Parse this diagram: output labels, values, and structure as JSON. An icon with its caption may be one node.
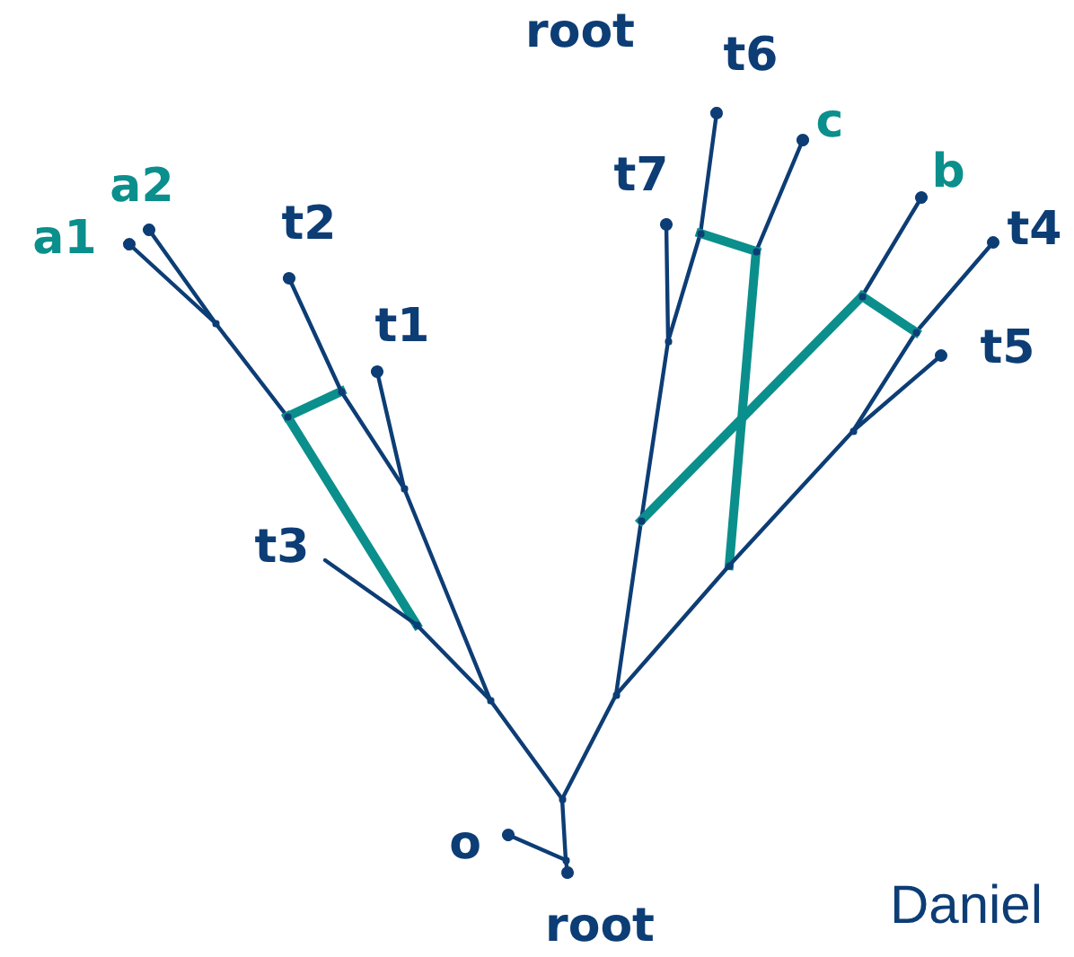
{
  "diagram": {
    "nodes": [
      {
        "text": [
          "a1"
        ]
      },
      {
        "text": [
          "a2"
        ]
      },
      {
        "text": [
          "t2"
        ]
      },
      {
        "text": [
          "t1"
        ]
      },
      {
        "text": [
          "t3"
        ]
      },
      {
        "text": [
          "t7"
        ]
      },
      {
        "text": [
          "t6"
        ]
      },
      {
        "text": [
          "c"
        ]
      },
      {
        "text": [
          "b"
        ]
      },
      {
        "text": [
          "t4"
        ]
      },
      {
        "text": [
          "t5"
        ]
      },
      {
        "text": [
          "o"
        ]
      },
      {
        "text": [
          "root"
        ]
      },
      {
        "text": [],
        "shape": "point"
      },
      {
        "text": [],
        "shape": "point"
      },
      {
        "text": [],
        "shape": "point"
      },
      {
        "text": [],
        "shape": "point"
      },
      {
        "text": [],
        "shape": "point"
      },
      {
        "text": [],
        "shape": "point"
      },
      {
        "text": [],
        "shape": "point"
      },
      {
        "text": [],
        "shape": "point"
      },
      {
        "text": [],
        "shape": "point"
      },
      {
        "text": [],
        "shape": "point"
      },
      {
        "text": [],
        "shape": "point"
      },
      {
        "text": [],
        "shape": "point"
      },
      {
        "text": [],
        "shape": "point"
      },
      {
        "text": [],
        "shape": "point"
      },
      {
        "text": [],
        "shape": "point"
      },
      {
        "text": [],
        "shape": "point"
      },
      {
        "text": [],
        "shape": "point"
      }
    ],
    "edges": [
      {
        "from": 13,
        "to": 0,
        "arrow": "other"
      },
      {
        "from": 13,
        "to": 1,
        "arrow": "other"
      },
      {
        "from": 13,
        "to": 14,
        "arrow": "none"
      },
      {
        "from": 14,
        "to": 15,
        "arrow": "none",
        "style": "thick",
        "color": "#0b8f8c"
      },
      {
        "from": 14,
        "to": 17,
        "arrow": "none",
        "style": "thick",
        "color": "#0b8f8c"
      },
      {
        "from": 15,
        "to": 2,
        "arrow": "other"
      },
      {
        "from": 15,
        "to": 16,
        "arrow": "none"
      },
      {
        "from": 16,
        "to": 3,
        "arrow": "other"
      },
      {
        "from": 16,
        "to": 18,
        "arrow": "none"
      },
      {
        "from": 4,
        "to": 17,
        "arrow": "none"
      },
      {
        "from": 17,
        "to": 18,
        "arrow": "none"
      },
      {
        "from": 18,
        "to": 19,
        "arrow": "none"
      },
      {
        "from": 19,
        "to": 20,
        "arrow": "none"
      },
      {
        "from": 20,
        "to": 11,
        "arrow": "other"
      },
      {
        "from": 20,
        "to": 12,
        "arrow": "other"
      },
      {
        "from": 19,
        "to": 21,
        "arrow": "none"
      },
      {
        "from": 21,
        "to": 22,
        "arrow": "none"
      },
      {
        "from": 22,
        "to": 23,
        "arrow": "none"
      },
      {
        "from": 23,
        "to": 5,
        "arrow": "other"
      },
      {
        "from": 24,
        "to": 6,
        "arrow": "other"
      },
      {
        "from": 24,
        "to": 23,
        "arrow": "none"
      },
      {
        "from": 24,
        "to": 25,
        "arrow": "none",
        "style": "thick",
        "color": "#0b8f8c"
      },
      {
        "from": 25,
        "to": 7,
        "arrow": "other"
      },
      {
        "from": 25,
        "to": 26,
        "arrow": "none",
        "style": "thick",
        "color": "#0b8f8c"
      },
      {
        "from": 21,
        "to": 26,
        "arrow": "none"
      },
      {
        "from": 26,
        "to": 27,
        "arrow": "none"
      },
      {
        "from": 27,
        "to": 29,
        "arrow": "none"
      },
      {
        "from": 29,
        "to": 9,
        "arrow": "other"
      },
      {
        "from": 27,
        "to": 10,
        "arrow": "other"
      },
      {
        "from": 28,
        "to": 8,
        "arrow": "other"
      },
      {
        "from": 28,
        "to": 22,
        "arrow": "none",
        "style": "thick",
        "color": "#0b8f8c"
      },
      {
        "from": 28,
        "to": 29,
        "arrow": "none",
        "style": "thick",
        "color": "#0b8f8c"
      }
    ],
    "labels": [
      "root",
      "Daniel"
    ]
  }
}
